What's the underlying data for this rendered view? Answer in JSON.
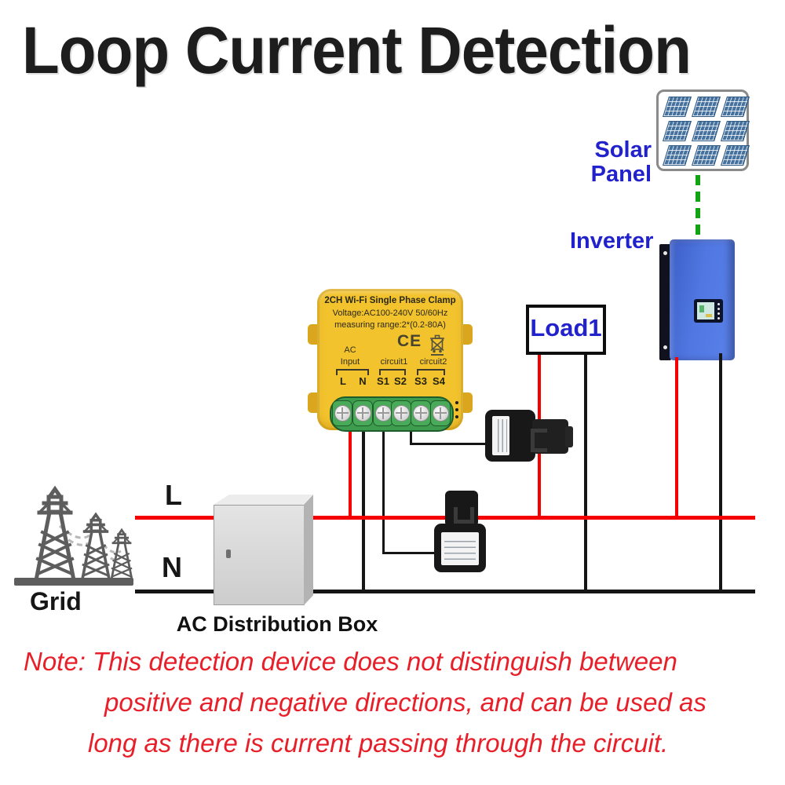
{
  "title": "Loop Current Detection",
  "solar": {
    "line1": "Solar",
    "line2": "Panel"
  },
  "inverter_label": "Inverter",
  "load1_label": "Load1",
  "grid_label": "Grid",
  "ac_box_label": "AC Distribution Box",
  "line_labels": {
    "live": "L",
    "neutral": "N"
  },
  "device": {
    "title": "2CH Wi-Fi Single Phase Clamp",
    "voltage": "Voltage:AC100-240V 50/60Hz",
    "range": "measuring range:2*(0.2-80A)",
    "ce_mark": "CE",
    "ac_input_line1": "AC",
    "ac_input_line2": "Input",
    "circuit1": "circuit1",
    "circuit2": "circuit2",
    "terminals": [
      "L",
      "N",
      "S1",
      "S2",
      "S3",
      "S4"
    ]
  },
  "note": {
    "line1": "Note: This detection device does not distinguish between",
    "line2": "positive and negative directions, and can be used as",
    "line3": "long as there is current passing through the circuit."
  },
  "colors": {
    "live_wire": "#f40000",
    "neutral_wire": "#151515",
    "label_blue": "#2222cc",
    "note_red": "#e81e28",
    "device_yellow": "#f3c32d",
    "terminal_green": "#3d9c4d",
    "inverter_blue": "#4f74dd",
    "pv_link_green": "#12a312"
  }
}
